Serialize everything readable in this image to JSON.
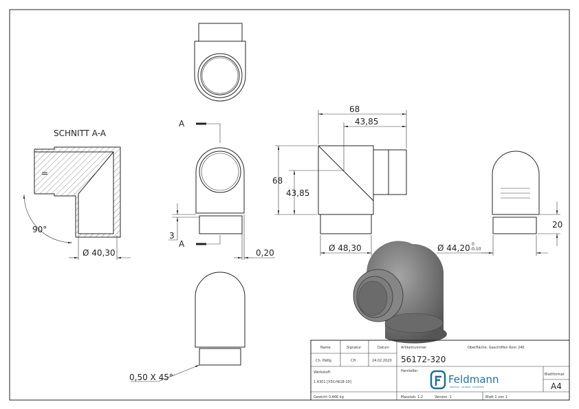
{
  "section": {
    "title": "SCHNITT A-A",
    "angle": "90°",
    "diameter": "Ø 40,30",
    "marker": "="
  },
  "section_marks": {
    "top": "A",
    "bottom": "A"
  },
  "dimensions": {
    "front_step": "3",
    "front_gap": "0,20",
    "side_width": "68",
    "side_width_inner": "43,85",
    "side_height": "68",
    "side_height_inner": "43,85",
    "side_diameter": "Ø 48,30",
    "right_height": "20",
    "right_diameter": "Ø 44,20",
    "right_tol_upper": "0",
    "right_tol_lower": "-0,10",
    "chamfer": "0,50 X 45°"
  },
  "title_block": {
    "name_label": "Name",
    "signatur_label": "Signatur",
    "datum_label": "Datum",
    "name": "Ch. Häfig",
    "signatur": "CH",
    "datum": "24.02.2020",
    "artikel_label": "Artikelnummer",
    "artikel": "56172-320",
    "oberflaeche": "Oberfläche:  Geschliffen Korn 240",
    "werkstoff_label": "Werkstoff:",
    "werkstoff": "1.4301 [X5CrNi18-10]",
    "hersteller_label": "Hersteller",
    "logo_text": "Feldmann",
    "logo_tagline": "EDELSTAHL · GELÄNDER · SCHWEISSEN",
    "blattformat_label": "Blattformat",
    "blattformat": "A4",
    "gewicht": "Gewicht 0.466 kg",
    "masstab": "Masstab: 1:2",
    "version": "Version: 1",
    "blatt": "Blatt 1 von 1"
  },
  "colors": {
    "logo": "#1e6f9c",
    "render": "#7a7a7a"
  }
}
